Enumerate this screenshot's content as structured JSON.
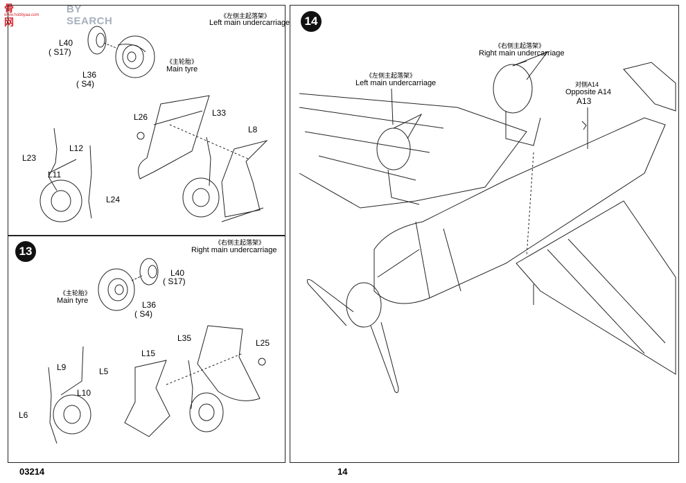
{
  "watermark": {
    "cn": "骨网",
    "url": "www.hobbyaa.com",
    "text": "BY SEARCH"
  },
  "panel_left_top": {
    "caption_cn": "《左侧主起落架》",
    "caption_en": "Left main undercarriage",
    "tyre_cn": "《主轮胎》",
    "tyre_en": "Main tyre",
    "parts": {
      "l40": "L40",
      "s17": "( S17)",
      "l36": "L36",
      "s4": "( S4)",
      "l26": "L26",
      "l33": "L33",
      "l8": "L8",
      "l23": "L23",
      "l12": "L12",
      "l11": "L11",
      "l24": "L24"
    }
  },
  "panel_left_bottom": {
    "step": "13",
    "caption_cn": "《右侧主起落架》",
    "caption_en": "Right main undercarriage",
    "tyre_cn": "《主轮胎》",
    "tyre_en": "Main tyre",
    "parts": {
      "l40": "L40",
      "s17": "( S17)",
      "l36": "L36",
      "s4": "( S4)",
      "l35": "L35",
      "l25": "L25",
      "l15": "L15",
      "l9": "L9",
      "l5": "L5",
      "l10": "L10",
      "l6": "L6"
    }
  },
  "panel_right": {
    "step": "14",
    "right_cn": "《右侧主起落架》",
    "right_en": "Right main undercarriage",
    "left_cn": "《左侧主起落架》",
    "left_en": "Left main undercarriage",
    "opp_cn": "对侧A14",
    "opp_en": "Opposite A14",
    "a13": "A13"
  },
  "footer": {
    "code": "03214",
    "page": "14"
  }
}
